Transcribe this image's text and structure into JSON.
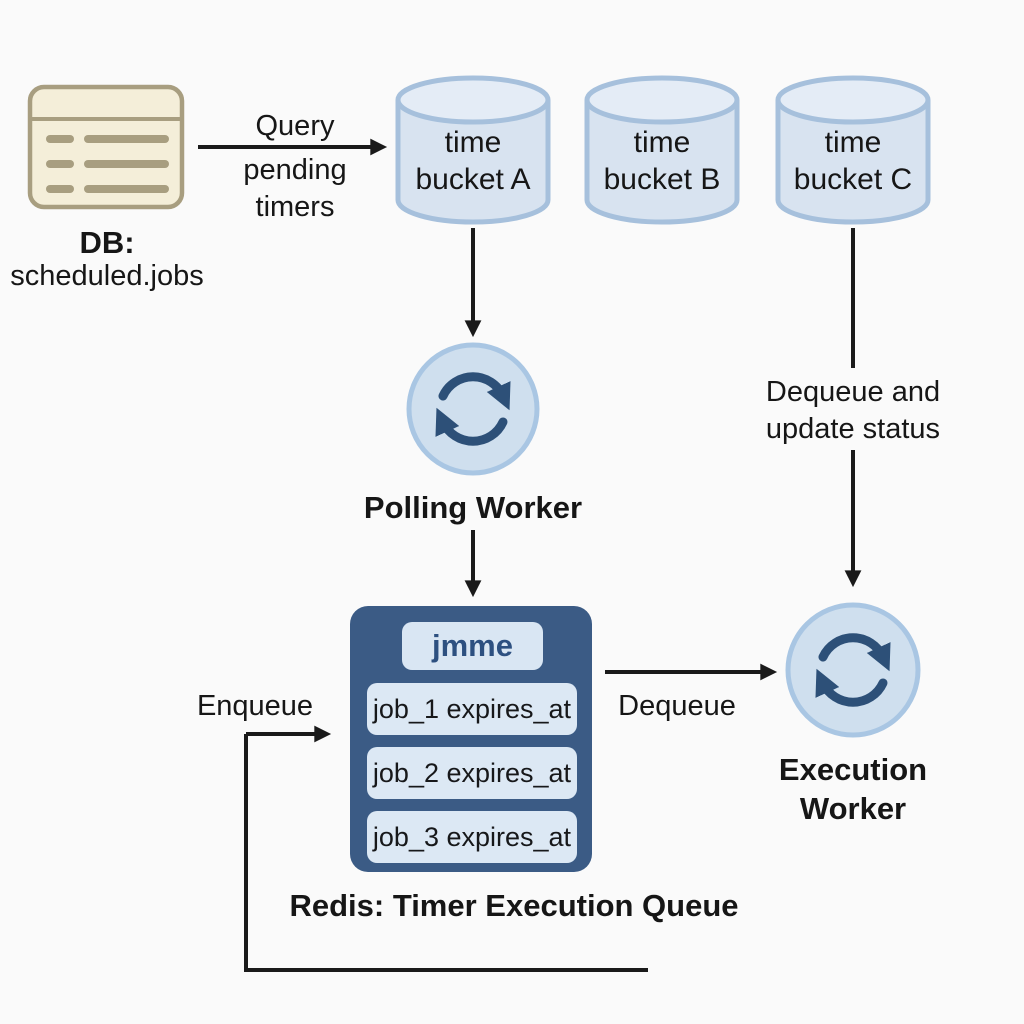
{
  "diagram_title": "Redis: Timer Execution Queue",
  "db": {
    "title": "DB:",
    "subtitle": "scheduled.jobs"
  },
  "query_arrow": {
    "line_top": "Query",
    "line_bottom": "pending\ntimers"
  },
  "buckets": [
    {
      "label": "time\nbucket A"
    },
    {
      "label": "time\nbucket B"
    },
    {
      "label": "time\nbucket C"
    }
  ],
  "polling_worker": {
    "label": "Polling Worker"
  },
  "execution_worker": {
    "label": "Execution\nWorker"
  },
  "redis": {
    "header": "jmme",
    "rows": [
      "job_1 expires_at",
      "job_2 expires_at",
      "job_3 expires_at"
    ],
    "caption": "Redis: Timer Execution Queue"
  },
  "edges": {
    "enqueue": "Enqueue",
    "dequeue": "Dequeue",
    "dequeue_update": "Dequeue and\nupdate status"
  },
  "colors": {
    "background": "#fafafa",
    "line_black": "#1a1a1a",
    "cylinder_fill": "#d8e3f0",
    "cylinder_top_fill": "#e4ecf6",
    "cylinder_stroke": "#a6c0dc",
    "worker_circle_fill": "#cfdfee",
    "worker_circle_stroke": "#a9c6e3",
    "sync_icon": "#2d5078",
    "redis_box": "#3b5b85",
    "redis_pill": "#dce8f4",
    "redis_header_text": "#2d5080",
    "db_icon_fill": "#f4eed9",
    "db_icon_stroke": "#a89e80"
  }
}
